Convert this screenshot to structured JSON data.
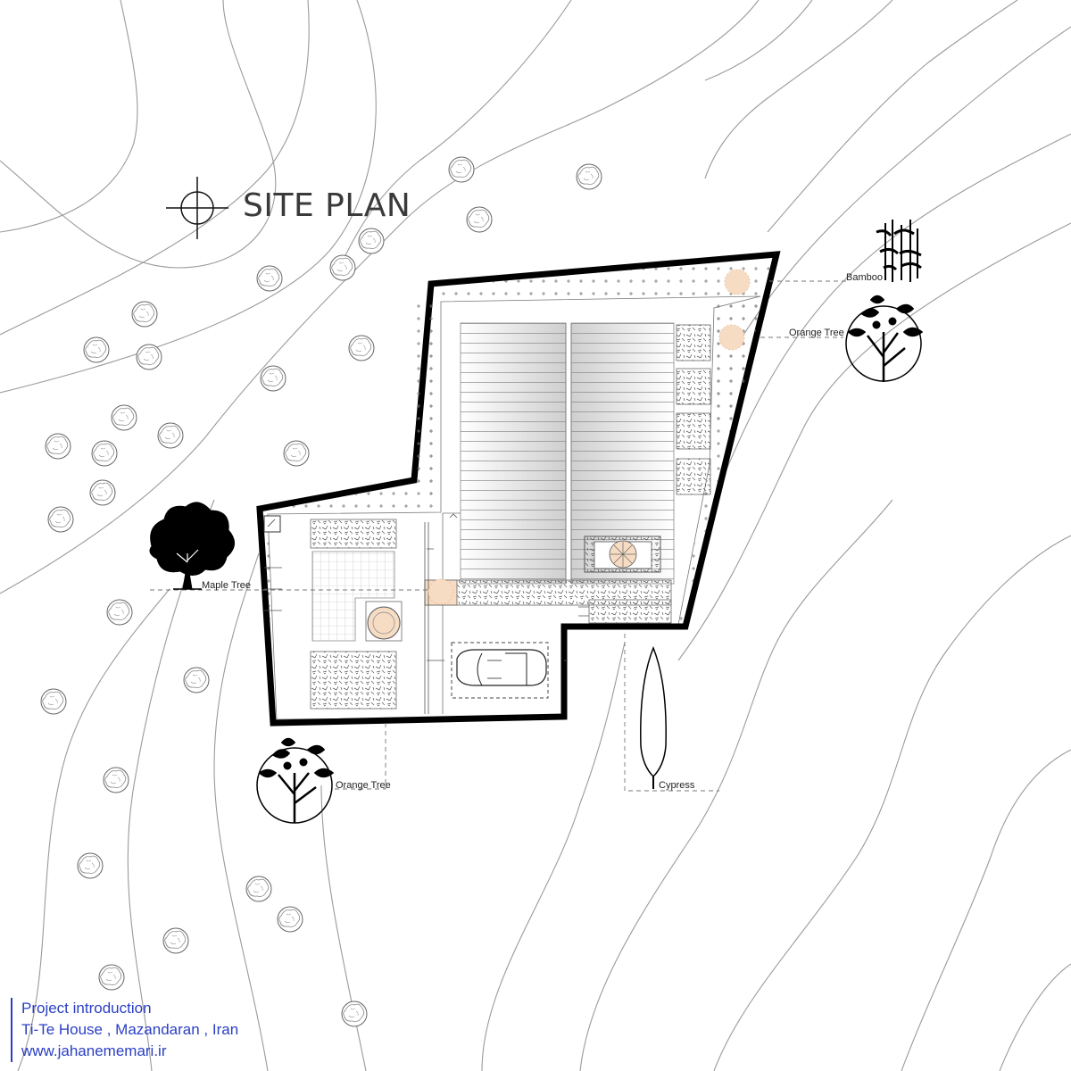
{
  "title": "SITE PLAN",
  "labels": {
    "bamboo": "Bamboo",
    "orange_tree_top": "Orange Tree",
    "maple_tree": "Maple Tree",
    "orange_tree_bottom": "Orange Tree",
    "cypress": "Cypress"
  },
  "info": {
    "line1": "Project introduction",
    "line2": "Ti-Te House , Mazandaran , Iran",
    "line3": "www.jahanememari.ir"
  },
  "colors": {
    "text_blue": "#2a3fc4",
    "contour": "#9a9a9a",
    "wall": "#000000",
    "accent_orange": "#f7dcc4"
  },
  "icons": [
    "north-arrow-icon",
    "car-icon",
    "tree-icon"
  ]
}
